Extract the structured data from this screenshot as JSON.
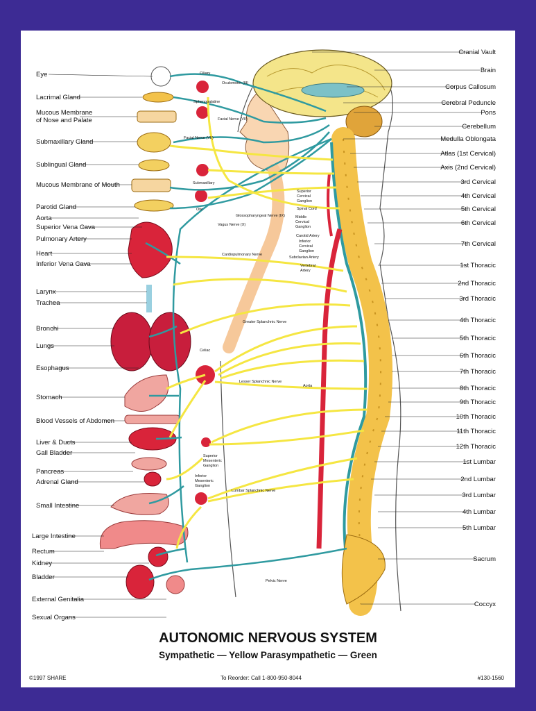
{
  "left_labels": [
    "Eye",
    "Lacrimal Gland",
    "Mucous Membrane",
    "of Nose and Palate",
    "Submaxillary Gland",
    "Sublingual Gland",
    "Mucous Membrane of Mouth",
    "Parotid Gland",
    "Aorta",
    "Superior Vena Cava",
    "Pulmonary Artery",
    "Heart",
    "Inferior Vena Cava",
    "Larynx",
    "Trachea",
    "Bronchi",
    "Lungs",
    "Esophagus",
    "Stomach",
    "Blood Vessels of Abdomen",
    "Liver & Ducts",
    "Gall Bladder",
    "Pancreas",
    "Adrenal Gland",
    "Small Intestine",
    "Large Intestine",
    "Rectum",
    "Kidney",
    "Bladder",
    "External Genitalia",
    "Sexual Organs"
  ],
  "right_labels": [
    "Cranial Vault",
    "Brain",
    "Corpus Callosum",
    "Cerebral Peduncle",
    "Pons",
    "Cerebellum",
    "Medulla Oblongata",
    "Atlas (1st Cervical)",
    "Axis (2nd Cervical)",
    "3rd Cervical",
    "4th Cervical",
    "5th Cervical",
    "6th Cervical",
    "7th Cervical",
    "1st Thoracic",
    "2nd Thoracic",
    "3rd Thoracic",
    "4th Thoracic",
    "5th Thoracic",
    "6th Thoracic",
    "7th Thoracic",
    "8th Thoracic",
    "9th Thoracic",
    "10th Thoracic",
    "11th Thoracic",
    "12th Thoracic",
    "1st Lumbar",
    "2nd Lumbar",
    "3rd Lumbar",
    "4th Lumbar",
    "5th Lumbar",
    "Sacrum",
    "Coccyx"
  ],
  "inner_labels": [
    "Ciliary",
    "Oculomotor (III)",
    "Sphenopalatine",
    "Facial Nerve (VII)",
    "Facial Nerve (VII)",
    "Submaxillary",
    "Otic",
    "Glossopharyngeal Nerve (IX)",
    "Vagus Nerve (X)",
    "Superior",
    "Cervical",
    "Ganglion",
    "Spinal Cord",
    "Middle",
    "Cervical",
    "Ganglion",
    "Carotid Artery",
    "Inferior",
    "Cervical",
    "Ganglion",
    "Subclavian Artery",
    "Vertebral",
    "Artery",
    "Cardiopulmonary Nerve",
    "Greater Splanchnic Nerve",
    "Celiac",
    "Lesser Splanchnic Nerve",
    "Aorta",
    "Superior",
    "Mesenteric",
    "Ganglion",
    "Inferior",
    "Mesenteric",
    "Ganglion",
    "Lumbar Splanchnic Nerve",
    "Pelvic Nerve"
  ],
  "title": "AUTONOMIC NERVOUS SYSTEM",
  "subtitle": "Sympathetic — Yellow   Parasympathetic — Green",
  "footer": {
    "left": "©1997 SHARE",
    "center": "To Reorder: Call 1-800-950-8044",
    "right": "#130-1560"
  },
  "colors": {
    "border": "#3d2b94",
    "sympathetic": "#f5e642",
    "parasympathetic": "#2f9aa0",
    "organ": "#d9243a",
    "bone": "#f3c24a"
  }
}
